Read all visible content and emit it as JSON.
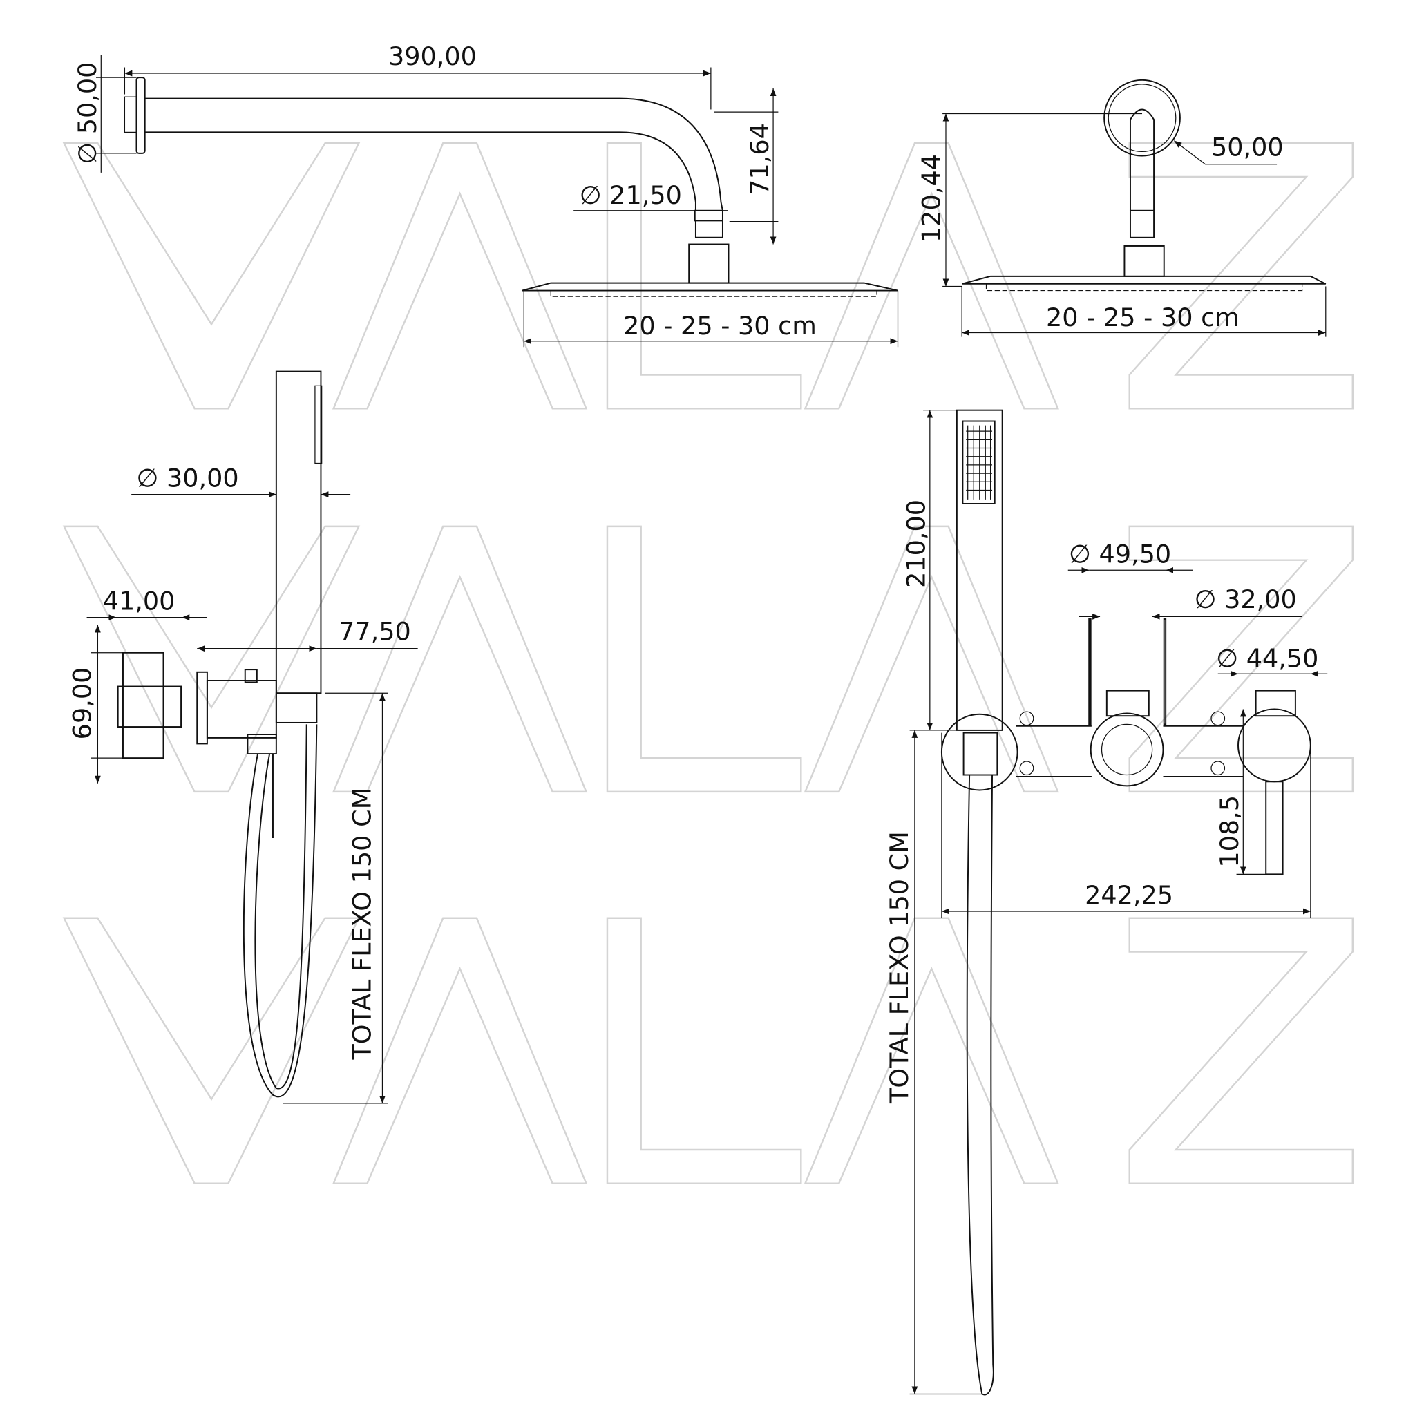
{
  "watermark": "VALAZ",
  "dimensions": {
    "arm_length": "390,00",
    "flange_diameter": "∅ 50,00",
    "arm_drop": "71,64",
    "arm_diameter": "∅ 21,50",
    "head_width_side": "20 - 25 - 30 cm",
    "head_height_front": "120,44",
    "flange_front": "50,00",
    "head_width_front": "20 - 25 - 30 cm",
    "hand_shower_diameter": "∅ 30,00",
    "mixer_depth": "41,00",
    "mixer_height": "69,00",
    "hand_shower_offset": "77,50",
    "hose_side": "TOTAL FLEXO 150 CM",
    "hand_shower_length": "210,00",
    "diverter_plate": "∅ 49,50",
    "diverter_body": "∅ 32,00",
    "lever_diameter": "∅ 44,50",
    "lever_length": "108,5",
    "total_width": "242,25",
    "hose_front": "TOTAL FLEXO 150 CM"
  }
}
